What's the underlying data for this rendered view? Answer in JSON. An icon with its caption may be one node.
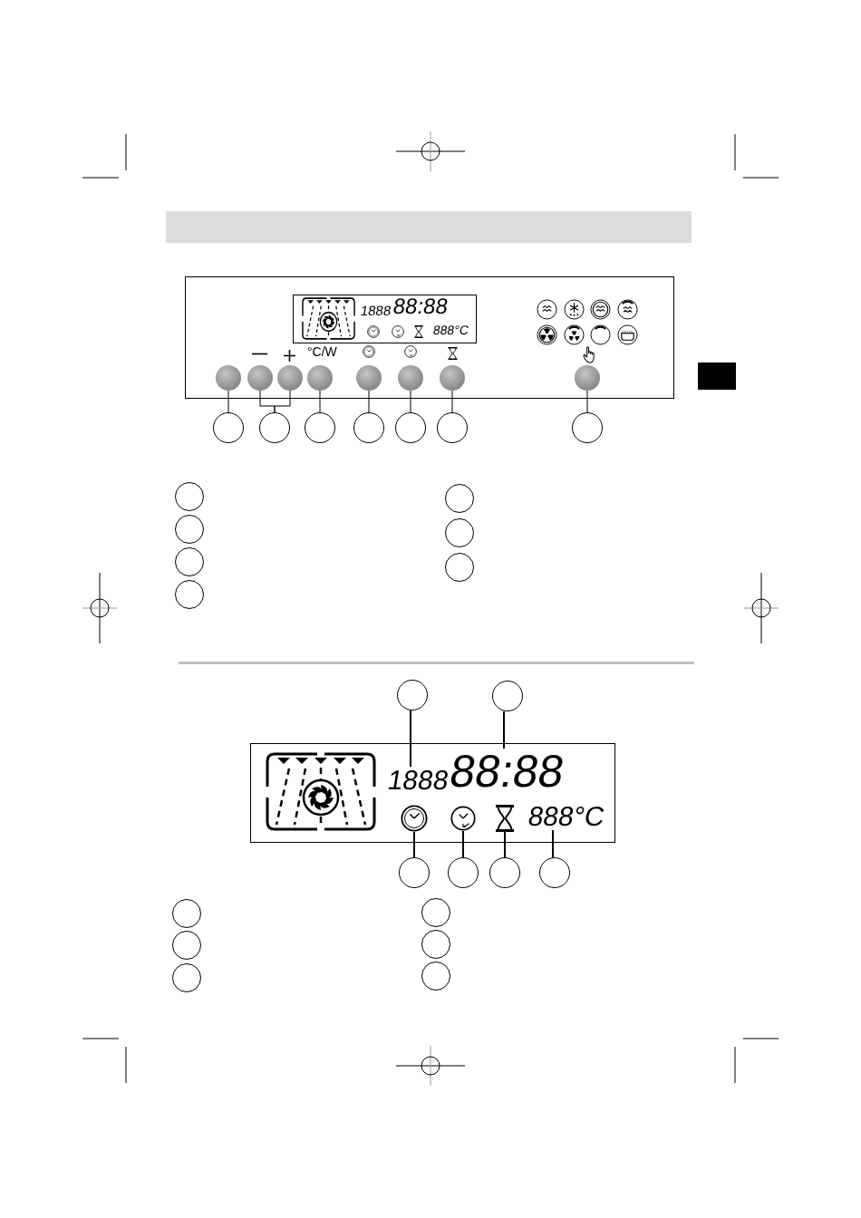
{
  "diagram": {
    "nodes": [
      {
        "text": [],
        "shape": "box"
      },
      {
        "text": [
          "1888",
          "88:88",
          "888°C"
        ],
        "in": 0
      },
      {
        "text": [],
        "shape": "circle",
        "in": 0
      },
      {
        "text": [],
        "shape": "circle",
        "in": 0
      },
      {
        "text": [],
        "shape": "circle",
        "in": 0
      },
      {
        "text": [],
        "shape": "circle",
        "in": 0
      },
      {
        "text": [],
        "shape": "circle",
        "in": 0
      },
      {
        "text": [],
        "shape": "circle",
        "in": 0
      },
      {
        "text": [],
        "shape": "circle",
        "in": 0
      },
      {
        "text": [],
        "shape": "circle",
        "in": 0
      },
      {
        "text": [],
        "shape": "circle"
      },
      {
        "text": [],
        "shape": "circle"
      },
      {
        "text": [],
        "shape": "circle"
      },
      {
        "text": [],
        "shape": "circle"
      },
      {
        "text": [],
        "shape": "circle"
      },
      {
        "text": [],
        "shape": "circle"
      },
      {
        "text": [],
        "shape": "circle"
      },
      {
        "text": [],
        "shape": "circle"
      },
      {
        "text": [],
        "shape": "circle"
      },
      {
        "text": [],
        "shape": "circle"
      },
      {
        "text": [],
        "shape": "circle"
      },
      {
        "text": [],
        "shape": "circle"
      },
      {
        "text": [],
        "shape": "circle"
      },
      {
        "text": [],
        "shape": "circle"
      },
      {
        "text": [],
        "shape": "circle"
      },
      {
        "text": [],
        "shape": "circle"
      },
      {
        "text": [],
        "shape": "box"
      },
      {
        "text": [
          "1888"
        ],
        "in": 26
      },
      {
        "text": [
          "88:88"
        ],
        "in": 26
      },
      {
        "text": [],
        "shape": "picture",
        "in": 26
      },
      {
        "text": [],
        "shape": "picture",
        "in": 26
      },
      {
        "text": [],
        "shape": "picture",
        "in": 26
      },
      {
        "text": [
          "888°C"
        ],
        "in": 26
      },
      {
        "text": [],
        "shape": "circle"
      },
      {
        "text": [],
        "shape": "circle"
      },
      {
        "text": [],
        "shape": "circle"
      },
      {
        "text": [],
        "shape": "circle"
      },
      {
        "text": [],
        "shape": "circle"
      },
      {
        "text": [],
        "shape": "circle"
      },
      {
        "text": [],
        "shape": "circle"
      },
      {
        "text": [],
        "shape": "circle"
      },
      {
        "text": [],
        "shape": "circle"
      },
      {
        "text": [],
        "shape": "circle"
      }
    ],
    "edges": [
      {
        "from": 10,
        "to": 2,
        "arrow": "none"
      },
      {
        "from": 11,
        "to": 3,
        "arrow": "none"
      },
      {
        "from": 11,
        "to": 4,
        "arrow": "none"
      },
      {
        "from": 12,
        "to": 5,
        "arrow": "none"
      },
      {
        "from": 13,
        "to": 6,
        "arrow": "none"
      },
      {
        "from": 14,
        "to": 7,
        "arrow": "none"
      },
      {
        "from": 15,
        "to": 8,
        "arrow": "none"
      },
      {
        "from": 16,
        "to": 9,
        "arrow": "none"
      },
      {
        "from": 24,
        "to": 27,
        "arrow": "none"
      },
      {
        "from": 25,
        "to": 28,
        "arrow": "none"
      },
      {
        "from": 33,
        "to": 29,
        "arrow": "none"
      },
      {
        "from": 34,
        "to": 30,
        "arrow": "none"
      },
      {
        "from": 35,
        "to": 31,
        "arrow": "none"
      },
      {
        "from": 36,
        "to": 32,
        "arrow": "none"
      }
    ],
    "labels": [
      "°C/W"
    ]
  }
}
